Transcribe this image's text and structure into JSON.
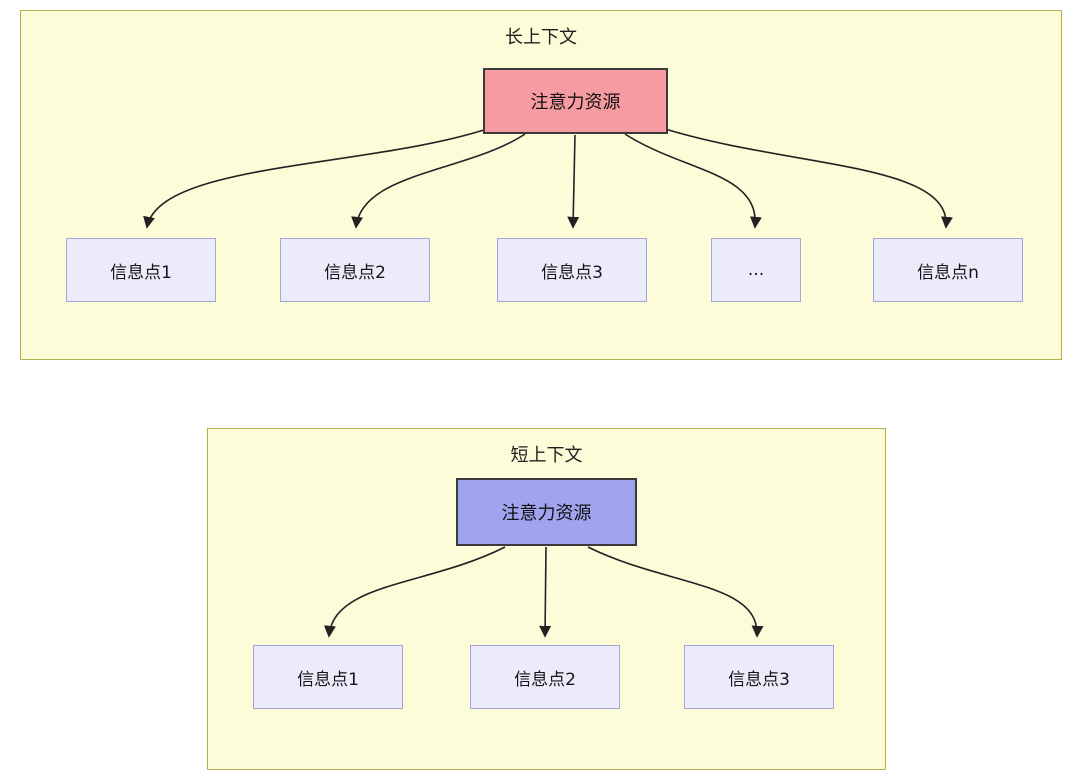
{
  "diagram": {
    "long_context": {
      "title": "长上下文",
      "attention_label": "注意力资源",
      "nodes": [
        "信息点1",
        "信息点2",
        "信息点3",
        "...",
        "信息点n"
      ]
    },
    "short_context": {
      "title": "短上下文",
      "attention_label": "注意力资源",
      "nodes": [
        "信息点1",
        "信息点2",
        "信息点3"
      ]
    },
    "colors": {
      "container_fill": "#fcfcd9",
      "container_border": "#b2b24c",
      "attention_long_fill": "#f79ba2",
      "attention_short_fill": "#a0a3ee",
      "node_fill": "#ebebfc",
      "node_border": "#a5a5d8",
      "arrow_color": "#222222"
    }
  }
}
